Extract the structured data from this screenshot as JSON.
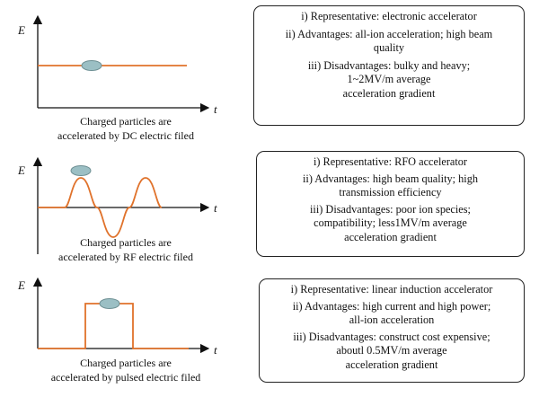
{
  "panels": [
    {
      "type": "dc",
      "axis": {
        "y": "E",
        "x": "t"
      },
      "caption": [
        "Charged particles are",
        "accelerated by DC electric filed"
      ],
      "info": [
        "i) Representative: electronic accelerator",
        "ii) Advantages: all-ion acceleration; high beam",
        "quality",
        "iii) Disadvantages: bulky and heavy;",
        "1~2MV/m average",
        "acceleration gradient"
      ]
    },
    {
      "type": "rf",
      "axis": {
        "y": "E",
        "x": "t"
      },
      "caption": [
        "Charged particles are",
        "accelerated by RF electric filed"
      ],
      "info": [
        "i) Representative: RFO accelerator",
        "ii) Advantages: high beam quality; high",
        "transmission efficiency",
        "iii) Disadvantages: poor ion species;",
        "compatibility; less1MV/m average",
        "acceleration gradient"
      ]
    },
    {
      "type": "pulsed",
      "axis": {
        "y": "E",
        "x": "t"
      },
      "caption": [
        "Charged particles are",
        "accelerated by pulsed electric filed"
      ],
      "info": [
        "i) Representative: linear induction accelerator",
        "ii) Advantages: high current and high power;",
        "all-ion acceleration",
        "iii) Disadvantages: construct cost expensive;",
        "aboutl 0.5MV/m average",
        "acceleration gradient"
      ]
    }
  ],
  "colors": {
    "field_line": "#e0722b",
    "particle_fill": "#9bbfc4",
    "particle_stroke": "#6d8f93",
    "axis": "#111111"
  }
}
